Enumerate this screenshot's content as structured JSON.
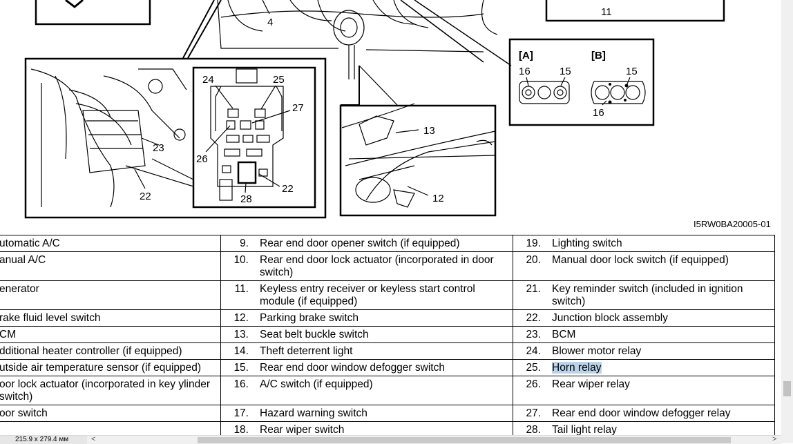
{
  "figure": {
    "id": "I5RW0BA20005-01",
    "callouts": {
      "c4": "4",
      "c11": "11",
      "c22a": "22",
      "c23": "23",
      "c24": "24",
      "c25": "25",
      "c27": "27",
      "c26": "26",
      "c22b": "22",
      "c28": "28",
      "c13": "13",
      "c12": "12",
      "a": "[A]",
      "b": "[B]",
      "a16": "16",
      "a15": "15",
      "b15": "15",
      "b16": "16"
    }
  },
  "table": {
    "rows": [
      [
        {
          "n": "",
          "t": "utomatic A/C"
        },
        {
          "n": "9.",
          "t": "Rear end door opener switch (if equipped)"
        },
        {
          "n": "19.",
          "t": "Lighting switch"
        }
      ],
      [
        {
          "n": "",
          "t": "anual A/C"
        },
        {
          "n": "10.",
          "t": "Rear end door lock actuator (incorporated in door switch)"
        },
        {
          "n": "20.",
          "t": "Manual door lock switch (if equipped)"
        }
      ],
      [
        {
          "n": "",
          "t": "enerator"
        },
        {
          "n": "11.",
          "t": "Keyless entry receiver or keyless start control module (if equipped)"
        },
        {
          "n": "21.",
          "t": " Key reminder switch (included in ignition switch)"
        }
      ],
      [
        {
          "n": "",
          "t": "rake fluid level switch"
        },
        {
          "n": "12.",
          "t": "Parking brake switch"
        },
        {
          "n": "22.",
          "t": "Junction block assembly"
        }
      ],
      [
        {
          "n": "",
          "t": "CM"
        },
        {
          "n": "13.",
          "t": "Seat belt buckle switch"
        },
        {
          "n": "23.",
          "t": "BCM"
        }
      ],
      [
        {
          "n": "",
          "t": "dditional heater controller (if equipped)"
        },
        {
          "n": "14.",
          "t": "Theft deterrent light"
        },
        {
          "n": "24.",
          "t": "Blower motor relay"
        }
      ],
      [
        {
          "n": "",
          "t": "utside air temperature sensor (if equipped)"
        },
        {
          "n": "15.",
          "t": "Rear end door window defogger switch"
        },
        {
          "n": "25.",
          "t": "Horn relay"
        }
      ],
      [
        {
          "n": "",
          "t": "oor lock actuator (incorporated in key ylinder switch)"
        },
        {
          "n": "16.",
          "t": "A/C switch (if equipped)"
        },
        {
          "n": "26.",
          "t": "Rear wiper relay"
        }
      ],
      [
        {
          "n": "",
          "t": "oor switch"
        },
        {
          "n": "17.",
          "t": "Hazard warning switch"
        },
        {
          "n": "27.",
          "t": "Rear end door window defogger relay"
        }
      ],
      [
        {
          "n": "",
          "t": ""
        },
        {
          "n": "18.",
          "t": "Rear wiper switch"
        },
        {
          "n": "28.",
          "t": "Tail light relay"
        }
      ]
    ],
    "highlighted": "Horn relay",
    "highlight_color": "#b8d3ea"
  },
  "status_bar": {
    "paper_size": "215.9 x 279.4 мм",
    "scroll_left": "<",
    "scroll_right": ">"
  }
}
